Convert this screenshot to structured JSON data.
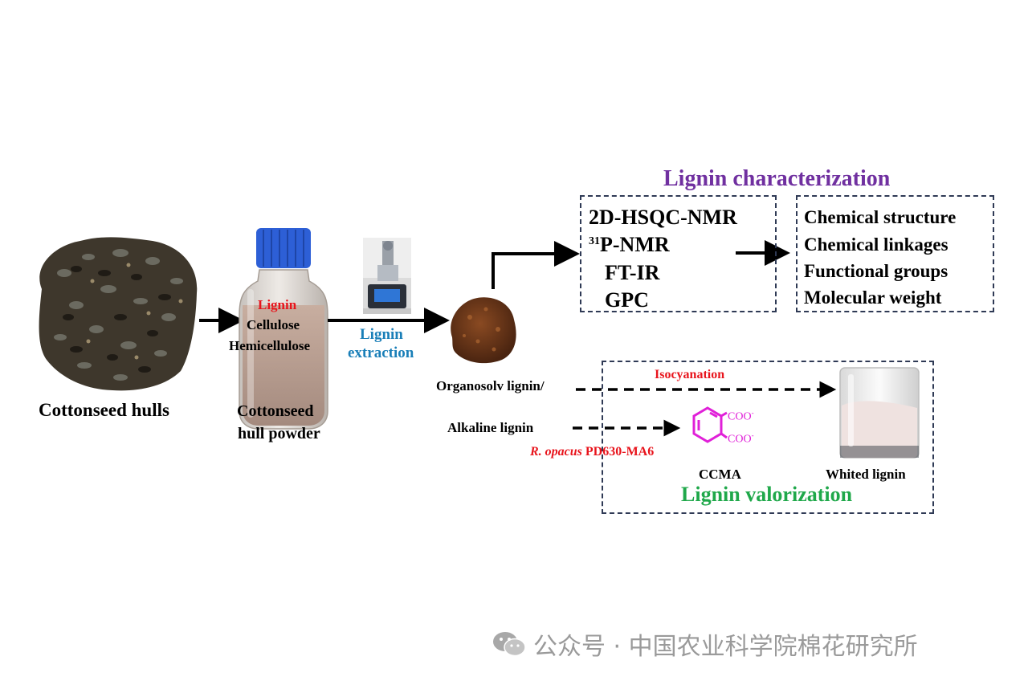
{
  "labels": {
    "cottonseed_hulls": "Cottonseed hulls",
    "bottle_lignin": "Lignin",
    "bottle_cellulose": "Cellulose",
    "bottle_hemicellulose": "Hemicellulose",
    "powder_line1": "Cottonseed",
    "powder_line2": "hull powder",
    "extraction_line1": "Lignin",
    "extraction_line2": "extraction",
    "characterization_title": "Lignin characterization",
    "methods": {
      "hsqc": "2D-HSQC-NMR",
      "p_sup": "31",
      "p_nmr": "P-NMR",
      "ftir": "FT-IR",
      "gpc": "GPC"
    },
    "properties": [
      "Chemical structure",
      "Chemical linkages",
      "Functional groups",
      "Molecular weight"
    ],
    "organosolv": "Organosolv lignin/",
    "alkaline": "Alkaline lignin",
    "isocyanation": "Isocyanation",
    "strain_italic": "R. opacus",
    "strain_rest": " PD630-MA6",
    "coo_top": "COO",
    "coo_bottom": "COO",
    "coo_charge": "-",
    "ccma": "CCMA",
    "whited_lignin": "Whited lignin",
    "valorization_title": "Lignin valorization"
  },
  "watermark": "公众号 · 中国农业科学院棉花研究所",
  "colors": {
    "red": "#e8141c",
    "blue": "#1a7fb8",
    "purple": "#7030a0",
    "green": "#1fa84a",
    "magenta": "#e020d8",
    "box": "#2f3a55"
  },
  "icons": [
    "cottonseed-hulls-pile-image",
    "glass-bottle-image",
    "extraction-reactor-image",
    "lignin-powder-image",
    "white-lignin-jar-image",
    "benzene-ring-icon",
    "wechat-icon"
  ]
}
